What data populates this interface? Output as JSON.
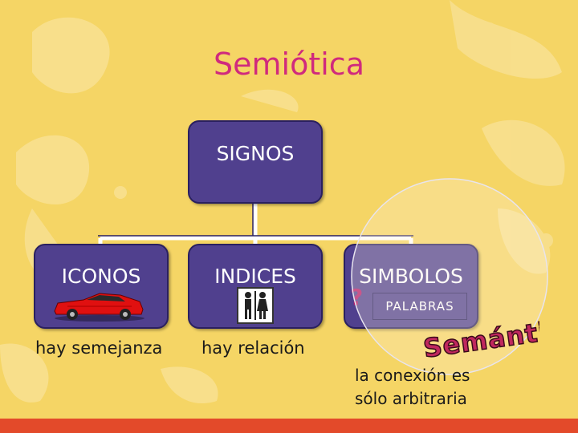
{
  "title": "Semiótica",
  "root": {
    "label": "SIGNOS"
  },
  "children": [
    {
      "label": "ICONOS",
      "caption": "hay semejanza",
      "image_icon": "red-sports-car-icon"
    },
    {
      "label": "INDICES",
      "caption": "hay relación",
      "image_icon": "restroom-sign-icon"
    },
    {
      "label": "SIMBOLOS",
      "caption": "",
      "image_icon": "question-mark-icon"
    }
  ],
  "symbol_example": "PALABRAS",
  "question_mark": "?",
  "semantica": "Semántica",
  "arbitrary_note": {
    "line1": "la conexión es",
    "line2": "sólo arbitraria"
  },
  "colors": {
    "background": "#f5d565",
    "title": "#d02a7d",
    "box": "#50408e",
    "accent_bar": "#e34a2a",
    "semantica_fill": "#c0285e"
  }
}
